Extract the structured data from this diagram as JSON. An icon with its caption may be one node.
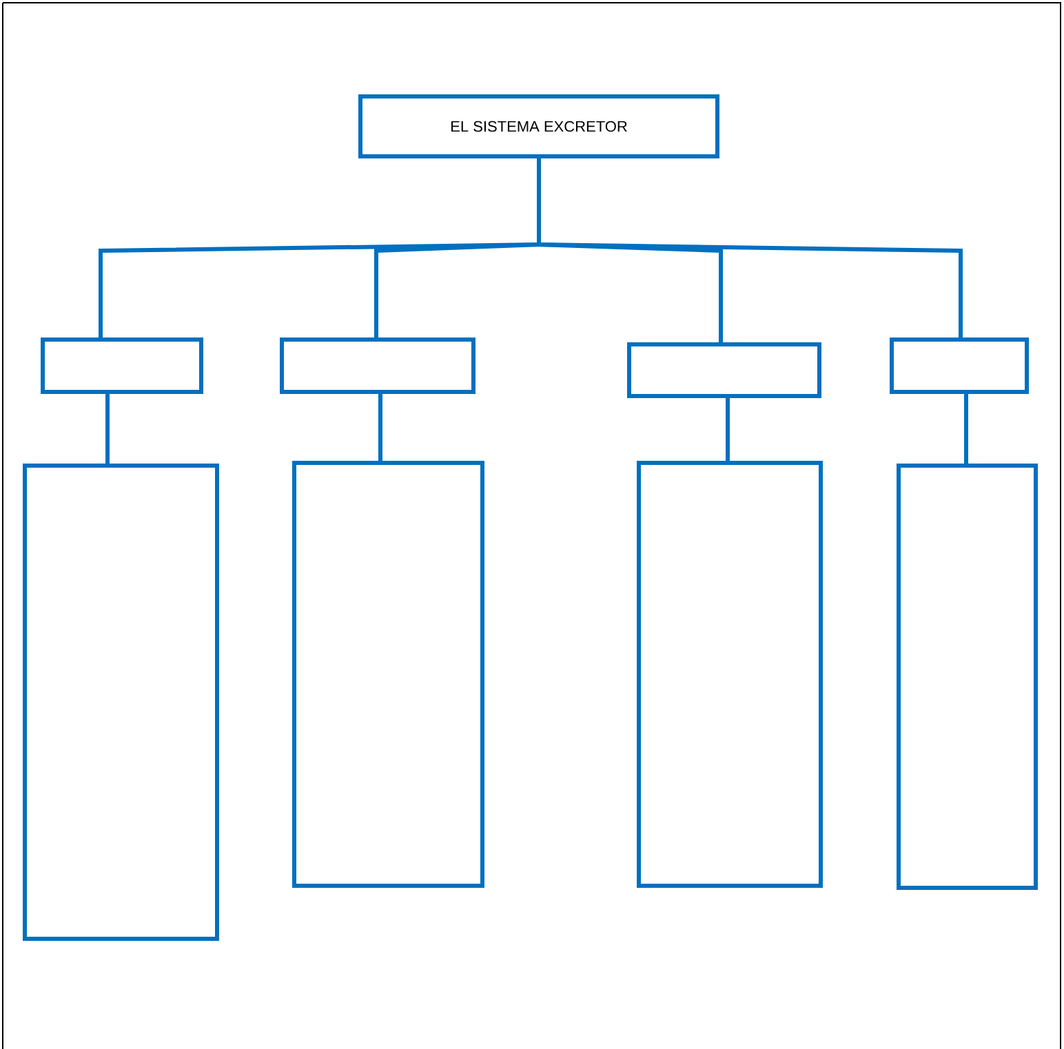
{
  "diagram": {
    "nodes": [
      {
        "text": [
          "EL SISTEMA EXCRETOR"
        ]
      },
      {
        "text": [],
        "shape": "box"
      },
      {
        "text": [],
        "shape": "box"
      },
      {
        "text": [],
        "shape": "box"
      },
      {
        "text": [],
        "shape": "box"
      },
      {
        "text": [],
        "shape": "box"
      },
      {
        "text": [],
        "shape": "box"
      },
      {
        "text": [],
        "shape": "box"
      },
      {
        "text": [],
        "shape": "box"
      }
    ],
    "edges": [
      {
        "from": 0,
        "to": 1,
        "arrow": "none"
      },
      {
        "from": 0,
        "to": 2,
        "arrow": "none"
      },
      {
        "from": 0,
        "to": 3,
        "arrow": "none"
      },
      {
        "from": 0,
        "to": 4,
        "arrow": "none"
      },
      {
        "from": 1,
        "to": 5,
        "arrow": "none"
      },
      {
        "from": 2,
        "to": 6,
        "arrow": "none"
      },
      {
        "from": 3,
        "to": 7,
        "arrow": "none"
      },
      {
        "from": 4,
        "to": 8,
        "arrow": "none"
      }
    ]
  }
}
